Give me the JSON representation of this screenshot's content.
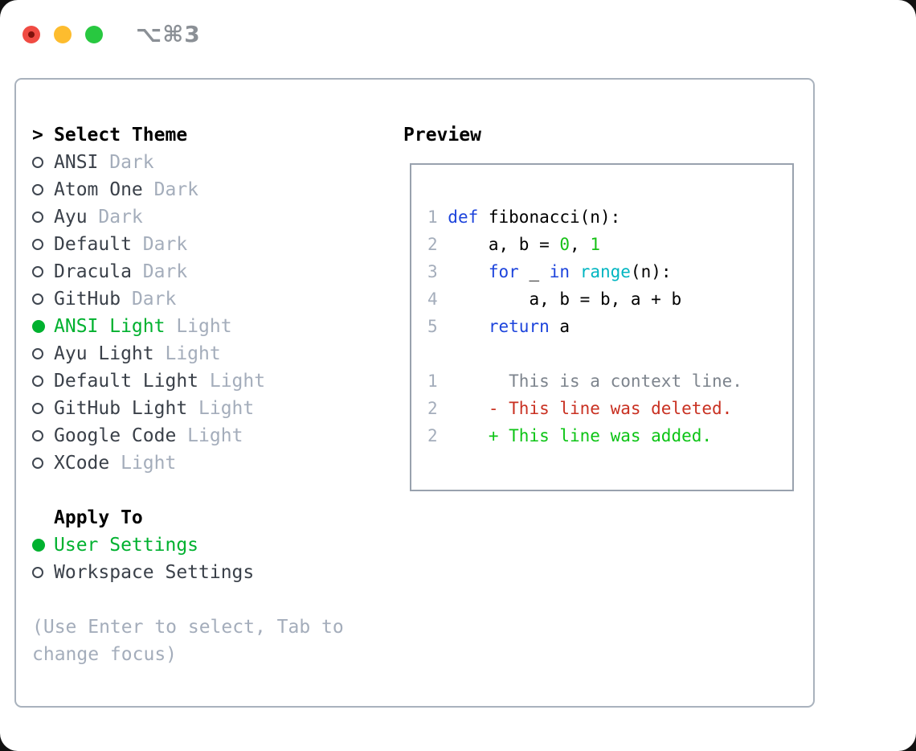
{
  "window": {
    "title": "⌥⌘3"
  },
  "traffic_lights": {
    "close_color": "#f04b43",
    "close_dot_color": "#7e120c",
    "minimize_color": "#fdbc2e",
    "zoom_color": "#28c840"
  },
  "theme_panel": {
    "header_prefix": ">",
    "header_label": "Select Theme",
    "themes": [
      {
        "name": "ANSI",
        "variant": "Dark",
        "selected": false
      },
      {
        "name": "Atom One",
        "variant": "Dark",
        "selected": false
      },
      {
        "name": "Ayu",
        "variant": "Dark",
        "selected": false
      },
      {
        "name": "Default",
        "variant": "Dark",
        "selected": false
      },
      {
        "name": "Dracula",
        "variant": "Dark",
        "selected": false
      },
      {
        "name": "GitHub",
        "variant": "Dark",
        "selected": false
      },
      {
        "name": "ANSI Light",
        "variant": "Light",
        "selected": true
      },
      {
        "name": "Ayu Light",
        "variant": "Light",
        "selected": false
      },
      {
        "name": "Default Light",
        "variant": "Light",
        "selected": false
      },
      {
        "name": "GitHub Light",
        "variant": "Light",
        "selected": false
      },
      {
        "name": "Google Code",
        "variant": "Light",
        "selected": false
      },
      {
        "name": "XCode",
        "variant": "Light",
        "selected": false
      }
    ],
    "apply_header": "Apply To",
    "apply_options": [
      {
        "label": "User Settings",
        "selected": true
      },
      {
        "label": "Workspace Settings",
        "selected": false
      }
    ],
    "hint": "(Use Enter to select, Tab to change focus)"
  },
  "preview_panel": {
    "header": "Preview",
    "code_lines": [
      {
        "number": "1",
        "segments": [
          {
            "role": "keyword",
            "text": "def"
          },
          {
            "role": "plain",
            "text": " fibonacci(n):"
          }
        ]
      },
      {
        "number": "2",
        "segments": [
          {
            "role": "plain",
            "text": "    a, b = "
          },
          {
            "role": "number",
            "text": "0"
          },
          {
            "role": "plain",
            "text": ", "
          },
          {
            "role": "number",
            "text": "1"
          }
        ]
      },
      {
        "number": "3",
        "segments": [
          {
            "role": "plain",
            "text": "    "
          },
          {
            "role": "keyword",
            "text": "for"
          },
          {
            "role": "plain",
            "text": " _ "
          },
          {
            "role": "keyword",
            "text": "in"
          },
          {
            "role": "plain",
            "text": " "
          },
          {
            "role": "builtin",
            "text": "range"
          },
          {
            "role": "plain",
            "text": "(n):"
          }
        ]
      },
      {
        "number": "4",
        "segments": [
          {
            "role": "plain",
            "text": "        a, b = b, a + b"
          }
        ]
      },
      {
        "number": "5",
        "segments": [
          {
            "role": "plain",
            "text": "    "
          },
          {
            "role": "keyword",
            "text": "return"
          },
          {
            "role": "plain",
            "text": " a"
          }
        ]
      }
    ],
    "diff_lines": [
      {
        "number": "1",
        "kind": "context",
        "text": "      This is a context line."
      },
      {
        "number": "2",
        "kind": "deleted",
        "text": "    - This line was deleted."
      },
      {
        "number": "2",
        "kind": "added",
        "text": "    + This line was added."
      }
    ]
  },
  "colors": {
    "selection_green": "#00b12f",
    "keyword_blue": "#1d44dc",
    "number_green": "#16c116",
    "builtin_cyan": "#00b5c1",
    "deleted_red": "#c93122",
    "added_green": "#0cc415",
    "context_gray": "#7d848d",
    "muted_gray": "#a4adbb",
    "border_gray": "#a9b2bd"
  },
  "icons": {
    "focus_arrow": ">",
    "radio_unselected": "circle-outline",
    "radio_selected": "circle-filled"
  }
}
